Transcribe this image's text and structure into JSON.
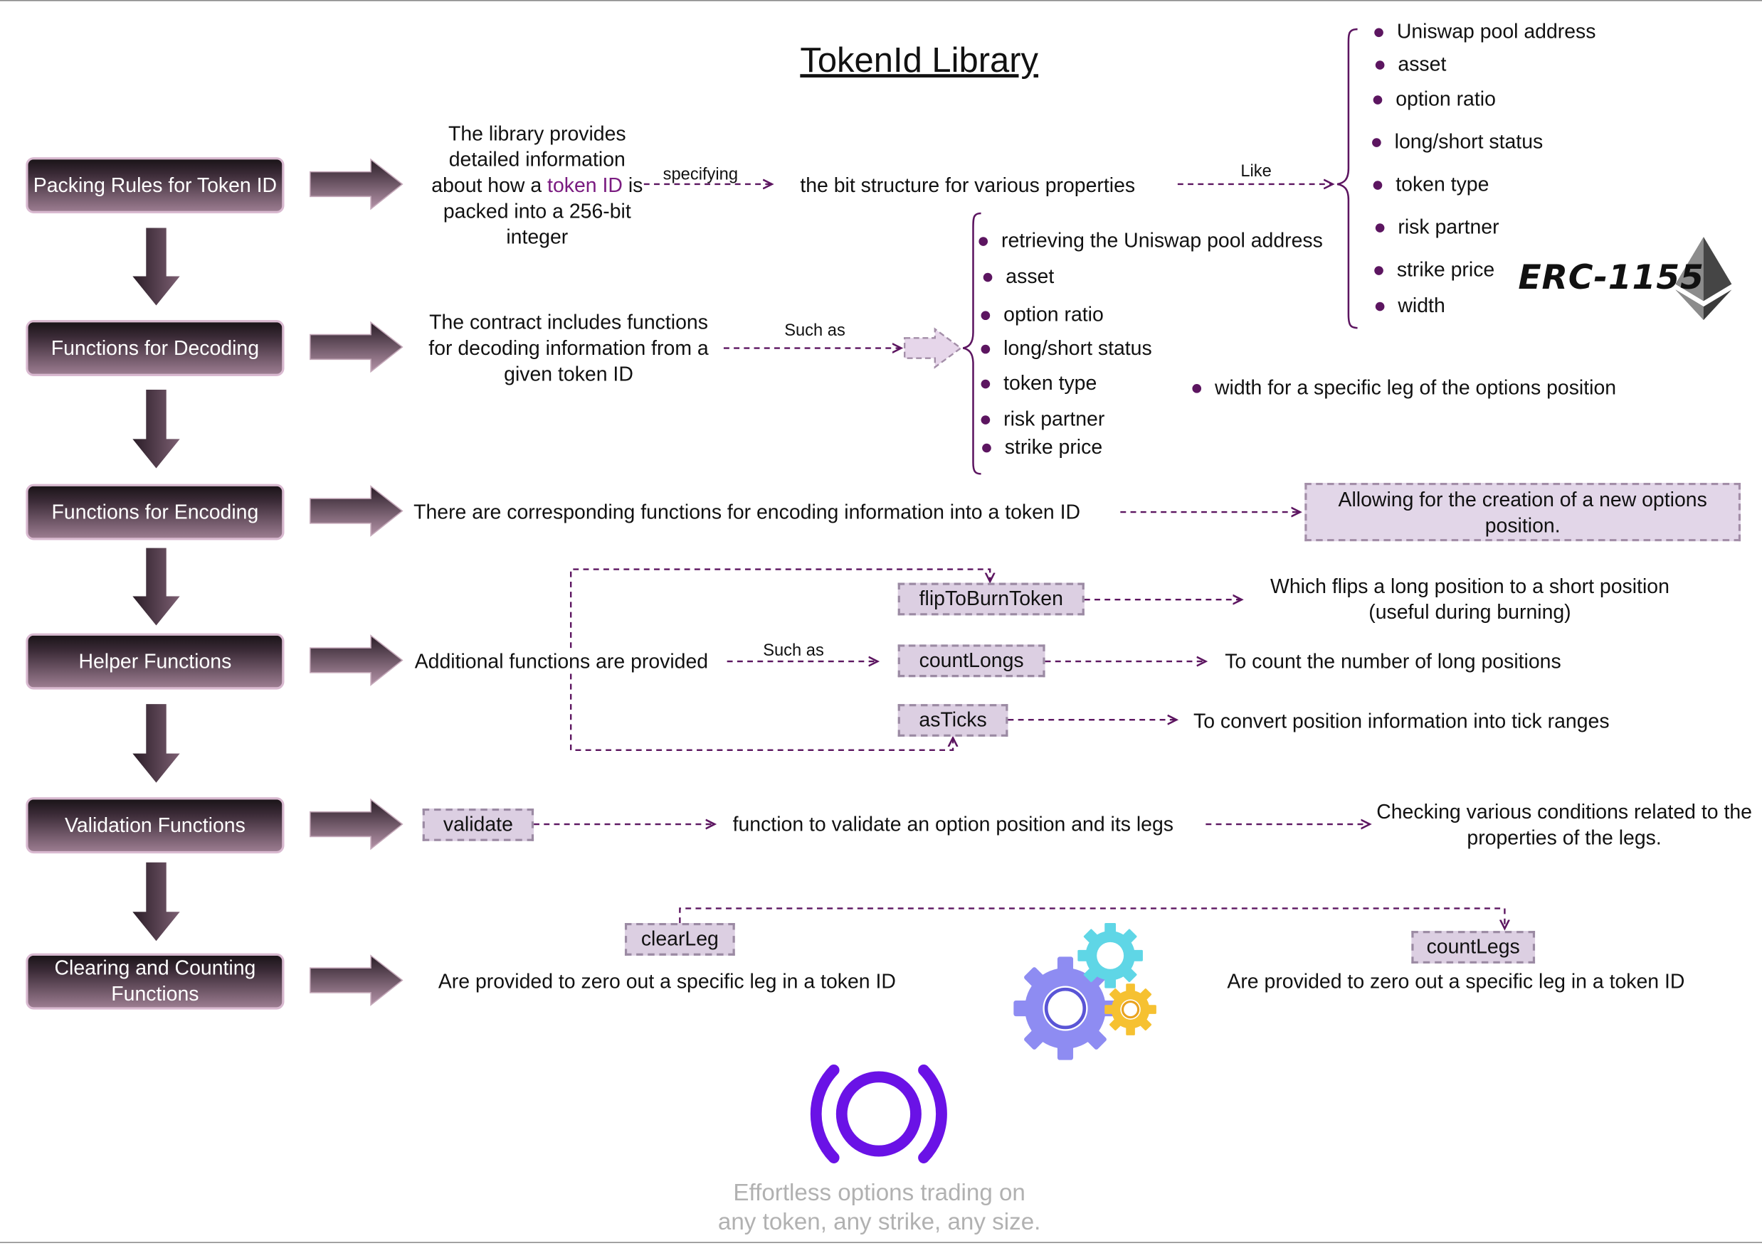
{
  "title": "TokenId Library",
  "stages": [
    "Packing Rules for Token ID",
    "Functions for Decoding",
    "Functions for Encoding",
    "Helper Functions",
    "Validation Functions",
    "Clearing and Counting Functions"
  ],
  "packing": {
    "desc_before": "The library provides detailed information about how a ",
    "desc_highlight": "token ID",
    "desc_after": " is packed into a 256-bit integer",
    "link_label": "specifying",
    "target": "the bit structure for various properties",
    "like_label": "Like",
    "properties": [
      "Uniswap pool address",
      "asset",
      "option ratio",
      "long/short status",
      "token type",
      "risk partner",
      "strike price",
      "width"
    ]
  },
  "decoding": {
    "desc": "The contract includes functions for decoding information from a given token ID",
    "link_label": "Such as",
    "items": [
      "retrieving the Uniswap pool address",
      "asset",
      "option ratio",
      "long/short status",
      "token type",
      "risk partner",
      "strike price"
    ],
    "extra_item": "width for a specific leg of the options position"
  },
  "encoding": {
    "desc": "There are corresponding functions for encoding information into a token ID",
    "result": "Allowing for the creation of a new options position."
  },
  "helper": {
    "desc": "Additional functions are provided",
    "link_label": "Such as",
    "functions": [
      {
        "name": "flipToBurnToken",
        "desc": "Which flips a long position to a short position (useful during burning)"
      },
      {
        "name": "countLongs",
        "desc": "To count the number of long positions"
      },
      {
        "name": "asTicks",
        "desc": "To convert position information into tick ranges"
      }
    ]
  },
  "validation": {
    "function": "validate",
    "desc": "function to validate an option position and its legs",
    "result": "Checking various conditions related to the properties of the legs."
  },
  "clearing": {
    "clear_function": "clearLeg",
    "clear_desc": "Are provided to zero out a specific leg in a token ID",
    "count_function": "countLegs",
    "count_desc": "Are provided to zero out a specific leg in a token ID"
  },
  "erc_label": "ERC-1155",
  "icons": [
    "ethereum-icon",
    "gears-icon",
    "panoptic-logo"
  ],
  "tagline_line1": "Effortless options trading on",
  "tagline_line2": "any token, any strike, any size.",
  "colors": {
    "accent": "#5c1560",
    "stage_dark": "#1a1418",
    "stage_light": "#9b7c90",
    "box_fill": "#dccfe2",
    "logo": "#6a12e6",
    "tagline": "#b1b1b1"
  }
}
